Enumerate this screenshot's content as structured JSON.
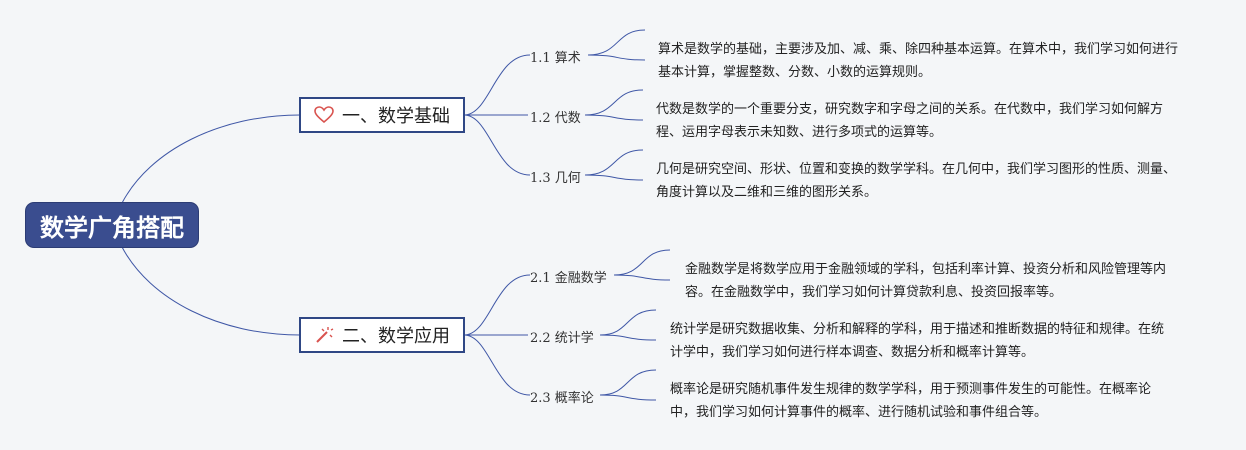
{
  "root": {
    "title": "数学广角搭配"
  },
  "branches": [
    {
      "label": "一、数学基础",
      "icon": "heart-icon",
      "subs": [
        {
          "label": "1.1 算术",
          "desc": "算术是数学的基础，主要涉及加、减、乘、除四种基本运算。在算术中，我们学习如何进行基本计算，掌握整数、分数、小数的运算规则。"
        },
        {
          "label": "1.2 代数",
          "desc": "代数是数学的一个重要分支，研究数字和字母之间的关系。在代数中，我们学习如何解方程、运用字母表示未知数、进行多项式的运算等。"
        },
        {
          "label": "1.3 几何",
          "desc": "几何是研究空间、形状、位置和变换的数学学科。在几何中，我们学习图形的性质、测量、角度计算以及二维和三维的图形关系。"
        }
      ]
    },
    {
      "label": "二、数学应用",
      "icon": "magic-wand-icon",
      "subs": [
        {
          "label": "2.1 金融数学",
          "desc": "金融数学是将数学应用于金融领域的学科，包括利率计算、投资分析和风险管理等内容。在金融数学中，我们学习如何计算贷款利息、投资回报率等。"
        },
        {
          "label": "2.2 统计学",
          "desc": "统计学是研究数据收集、分析和解释的学科，用于描述和推断数据的特征和规律。在统计学中，我们学习如何进行样本调查、数据分析和概率计算等。"
        },
        {
          "label": "2.3 概率论",
          "desc": "概率论是研究随机事件发生规律的数学学科，用于预测事件发生的可能性。在概率论中，我们学习如何计算事件的概率、进行随机试验和事件组合等。"
        }
      ]
    }
  ],
  "colors": {
    "root_bg": "#3a4d8f",
    "line": "#3f57a6",
    "heart": "#d9534f",
    "wand": "#d9534f"
  }
}
